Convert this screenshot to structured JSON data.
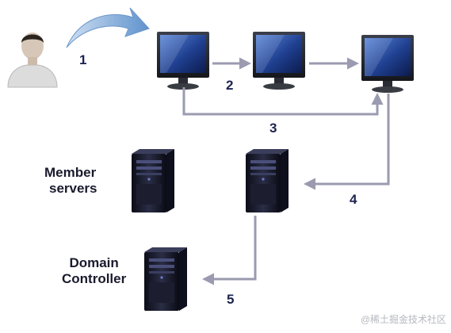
{
  "steps": [
    "1",
    "2",
    "3",
    "4",
    "5"
  ],
  "labels": {
    "member_servers": [
      "Member",
      "servers"
    ],
    "domain_controller": [
      "Domain",
      "Controller"
    ]
  },
  "watermark": "@稀土掘金技术社区",
  "colors": {
    "arrow": "#9a9ab0",
    "curved_arrow": "#7aa6d6",
    "number_text": "#1c2350",
    "label_text": "#1a1a2e",
    "screen": "#2b4f9e",
    "server_body": "#16182a"
  },
  "icons": [
    "user-icon",
    "monitor-icon",
    "server-tower-icon"
  ]
}
